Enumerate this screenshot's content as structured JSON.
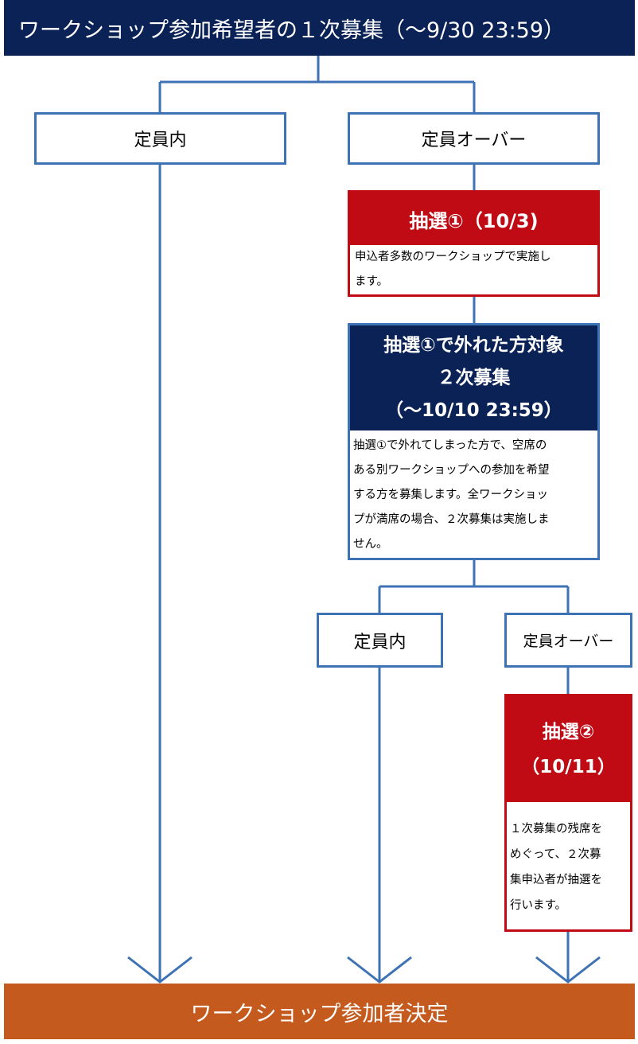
{
  "top_banner": "ワークショップ参加希望者の１次募集（〜9/30 23:59）",
  "branch1": {
    "within_label": "定員内",
    "over_label": "定員オーバー"
  },
  "lottery1": {
    "title": "抽選①（10/3)",
    "description_lines": [
      "申込者多数のワークショップで実施し",
      "ます。"
    ]
  },
  "second_round": {
    "title_lines": [
      "抽選①で外れた方対象",
      "２次募集",
      "（〜10/10 23:59）"
    ],
    "description_lines": [
      "抽選①で外れてしまった方で、空席の",
      "ある別ワークショップへの参加を希望",
      "する方を募集します。全ワークショッ",
      "プが満席の場合、２次募集は実施しま",
      "せん。"
    ]
  },
  "branch2": {
    "within_label": "定員内",
    "over_label": "定員オーバー"
  },
  "lottery2": {
    "title_lines": [
      "抽選②",
      "（10/11）"
    ],
    "description_lines": [
      "１次募集の残席を",
      "めぐって、２次募",
      "集申込者が抽選を",
      "行います。"
    ]
  },
  "bottom_banner": "ワークショップ参加者決定",
  "colors": {
    "navy": "#0b2256",
    "red": "#c00a14",
    "orange": "#c55a1e",
    "connector_blue": "#3d72b4"
  }
}
